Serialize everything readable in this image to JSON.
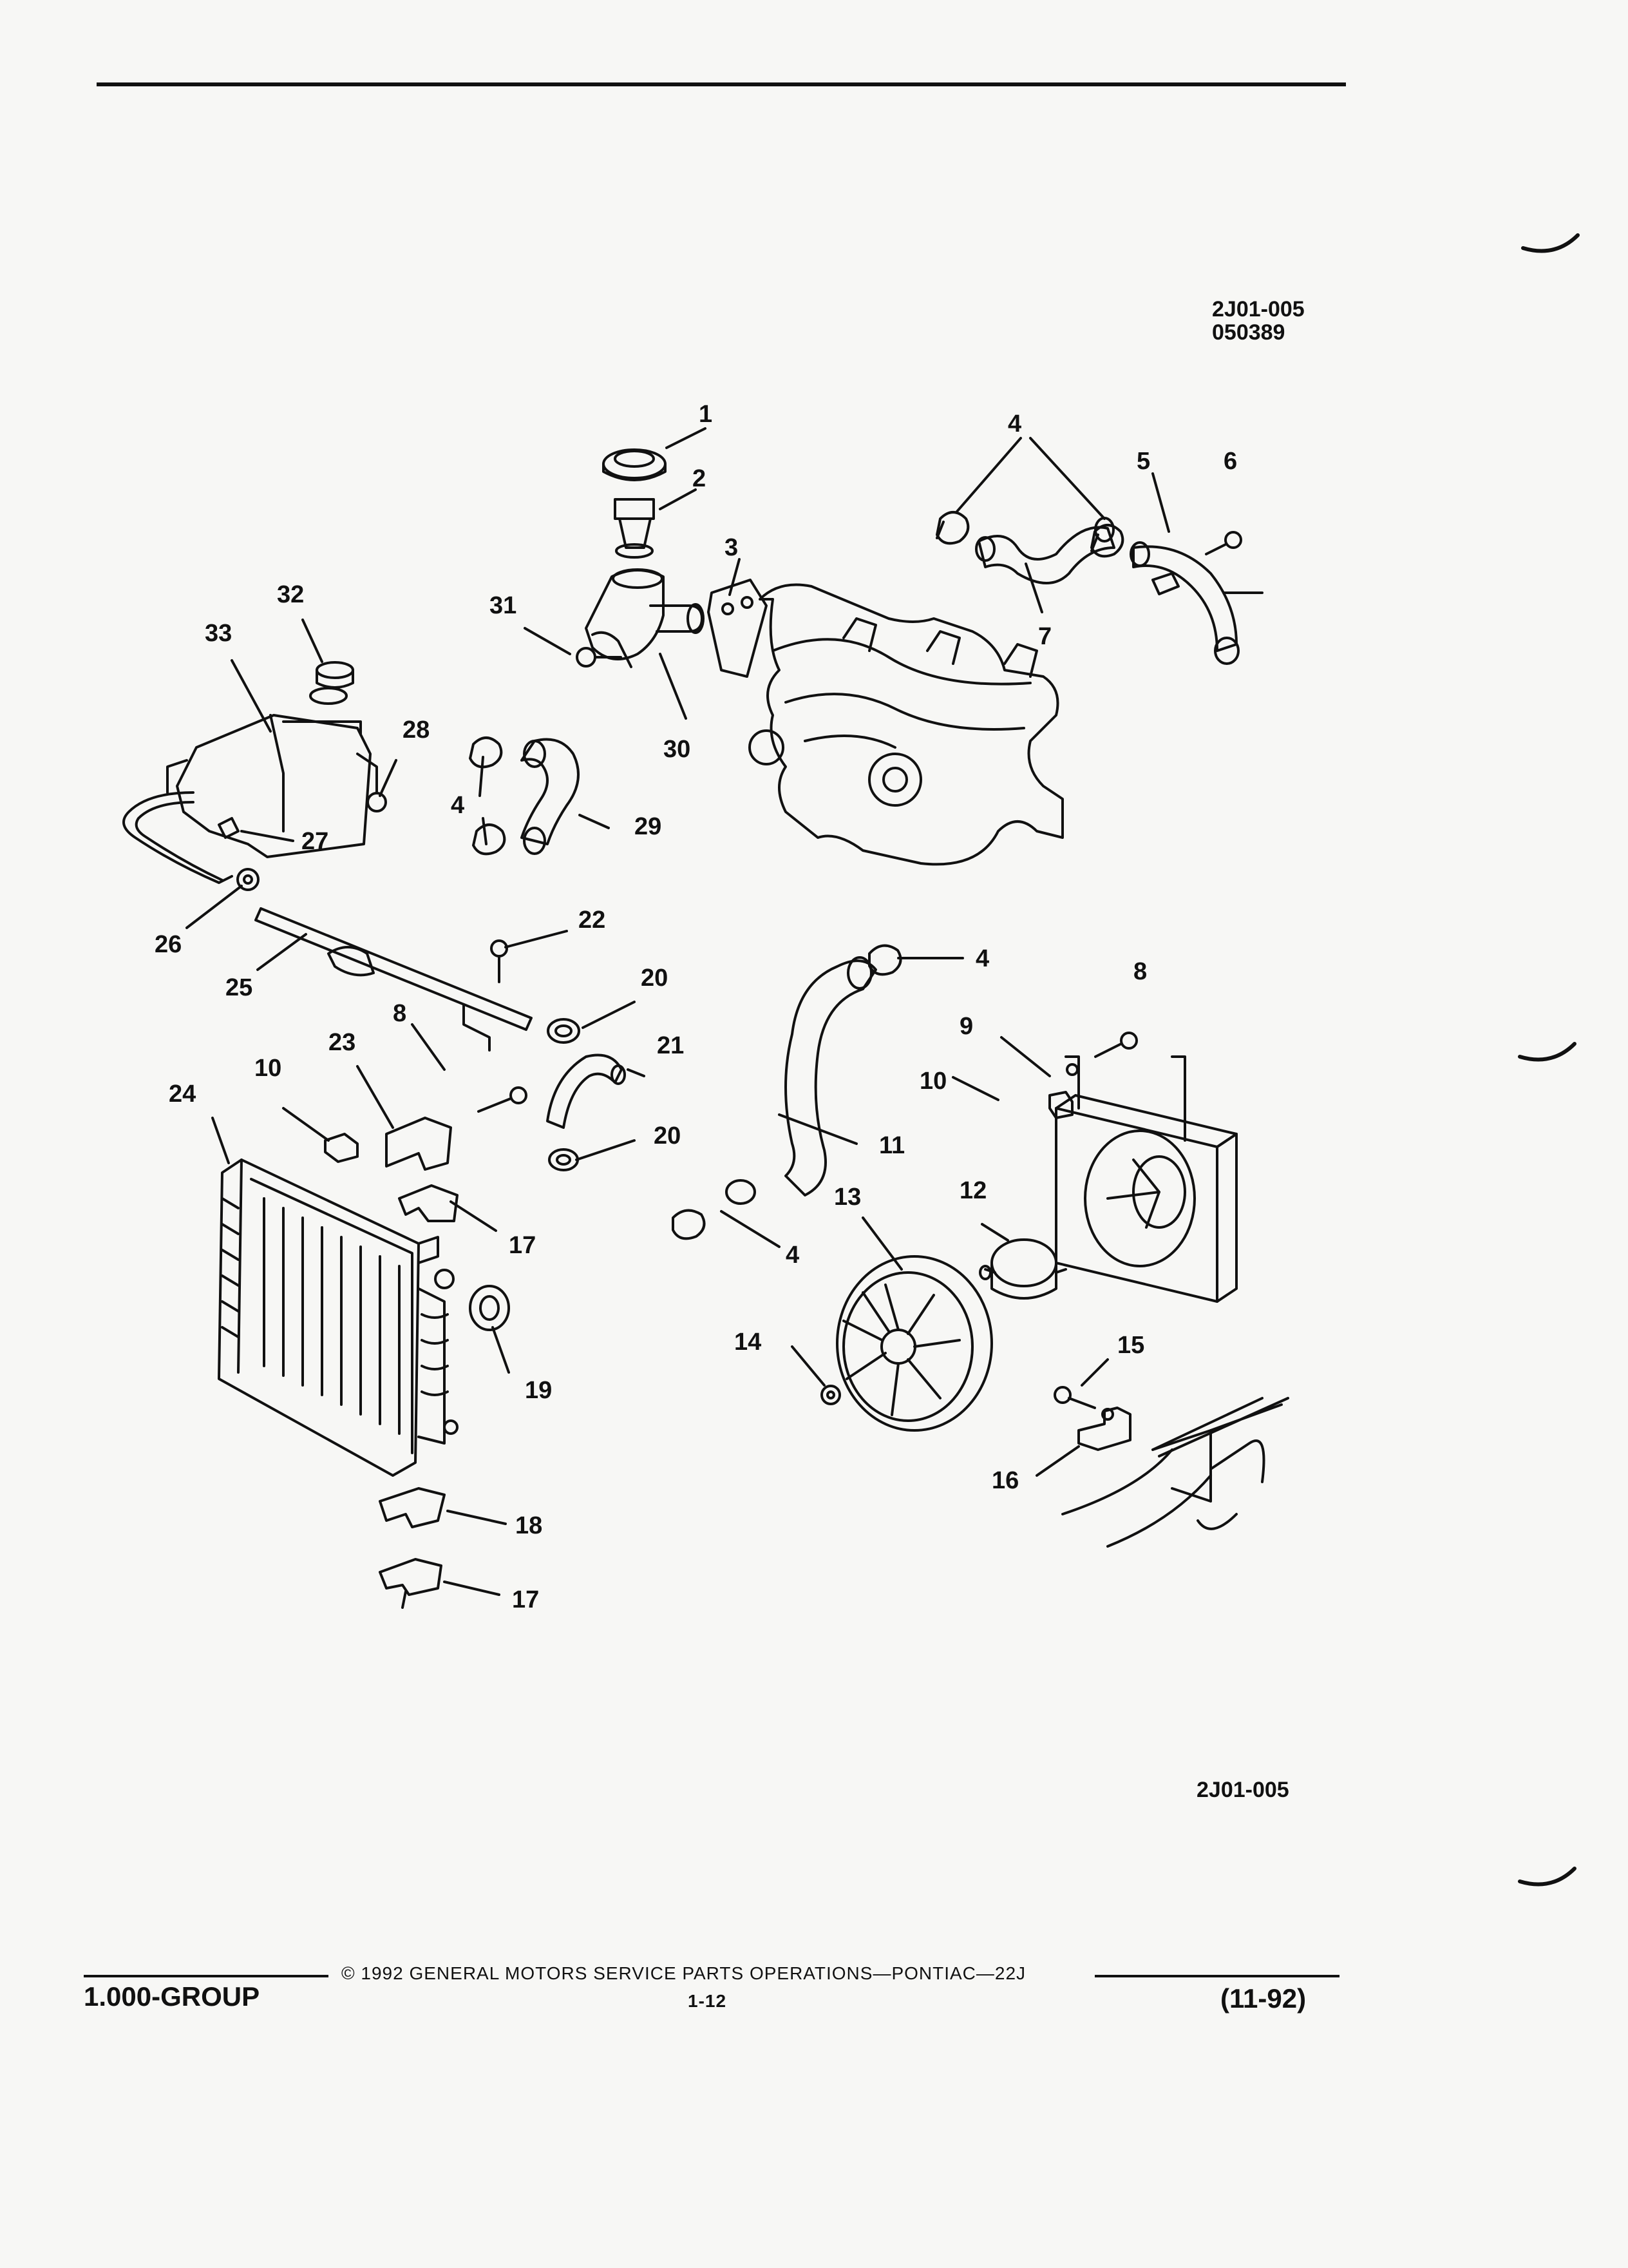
{
  "header": {
    "diagram_code": "2J01-005",
    "diagram_number": "050389"
  },
  "callouts": [
    "1",
    "2",
    "3",
    "4",
    "4",
    "4",
    "4",
    "5",
    "6",
    "7",
    "8",
    "8",
    "9",
    "10",
    "10",
    "11",
    "12",
    "13",
    "14",
    "15",
    "16",
    "17",
    "17",
    "18",
    "19",
    "20",
    "20",
    "21",
    "22",
    "23",
    "24",
    "25",
    "26",
    "27",
    "28",
    "29",
    "30",
    "31",
    "32",
    "33"
  ],
  "bottom_code": "2J01-005",
  "footer": {
    "copyright": "© 1992 GENERAL MOTORS SERVICE PARTS OPERATIONS—PONTIAC—22J",
    "group": "1.000-GROUP",
    "page": "1-12",
    "date": "(11-92)"
  }
}
